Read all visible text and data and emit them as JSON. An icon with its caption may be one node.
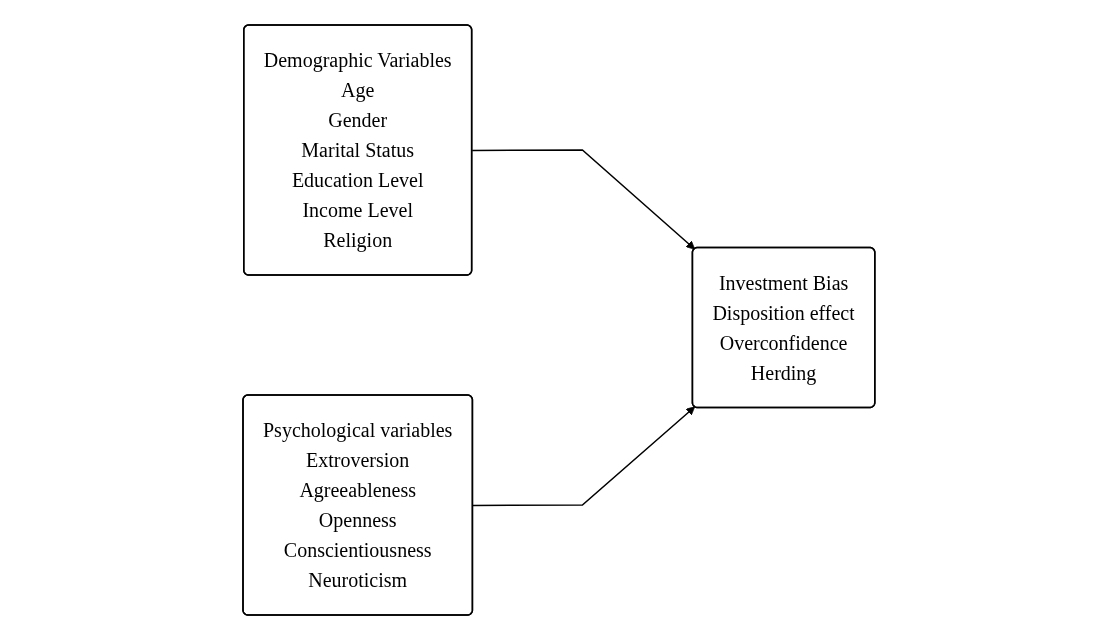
{
  "diagram": {
    "nodes": [
      {
        "text": [
          "Demographic Variables",
          "Age",
          "Gender",
          "Marital Status",
          "Education Level",
          "Income Level",
          "Religion"
        ]
      },
      {
        "text": [
          "Psychological variables",
          "Extroversion",
          "Agreeableness",
          "Openness",
          "Conscientiousness",
          "Neuroticism"
        ]
      },
      {
        "text": [
          "Investment Bias",
          "Disposition effect",
          "Overconfidence",
          "Herding"
        ]
      }
    ],
    "edges": [
      {
        "from": 0,
        "to": 2,
        "arrow": "to"
      },
      {
        "from": 1,
        "to": 2,
        "arrow": "to"
      }
    ]
  }
}
